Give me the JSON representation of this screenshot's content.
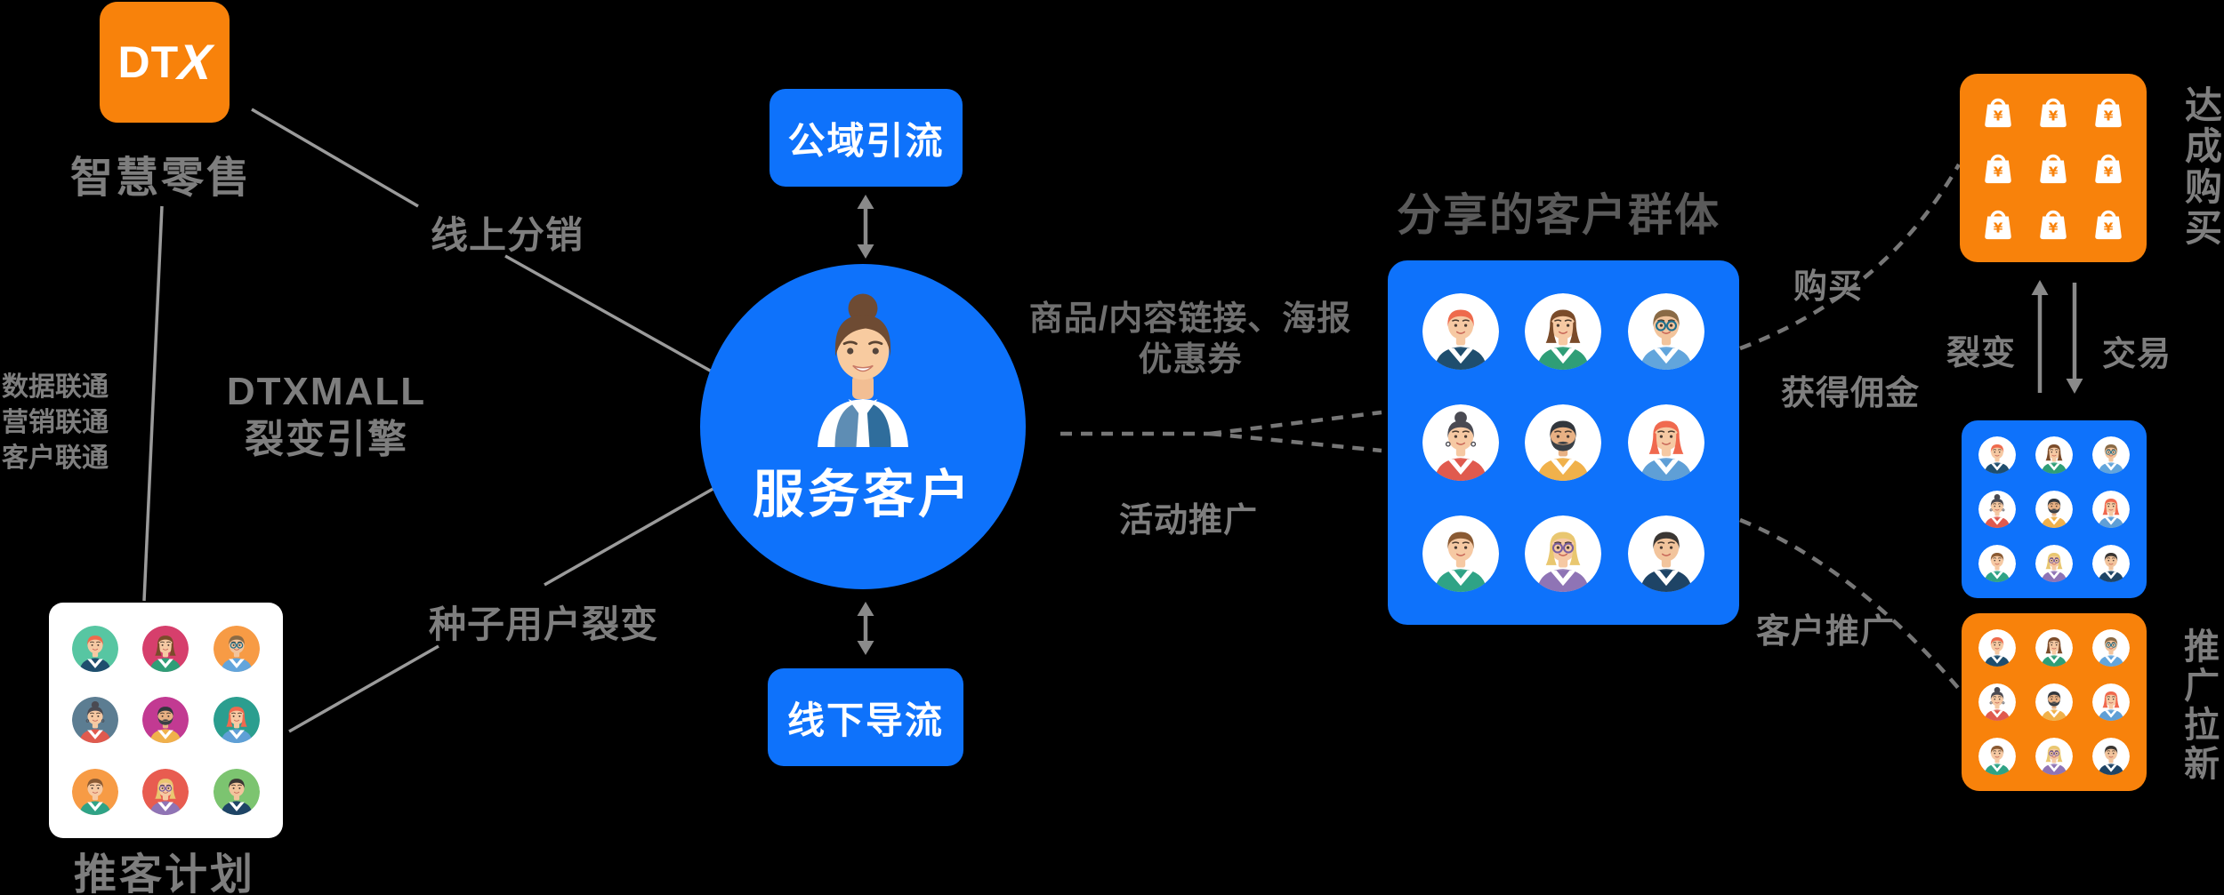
{
  "colors": {
    "blue": "#0E72FB",
    "orange": "#F8820B",
    "gray_text": "#7E7E7E",
    "dark_text": "#6F6F6F",
    "title_text": "#5A5A5A",
    "line": "#9B9B9B",
    "arrow": "#8A8A8A",
    "dash": "#777777",
    "white": "#FFFFFF"
  },
  "logo": {
    "text_dt": "DT",
    "text_x": "X",
    "label": "智慧零售"
  },
  "left_panel": {
    "features": [
      "数据联通",
      "营销联通",
      "客户联通"
    ],
    "engine_line1": "DTXMALL",
    "engine_line2": "裂变引擎"
  },
  "tuike": {
    "label": "推客计划"
  },
  "center": {
    "label": "服务客户",
    "top_box": "公域引流",
    "bottom_box": "线下导流"
  },
  "edges": {
    "online_distribution": "线上分销",
    "seed_fission": "种子用户裂变",
    "links_line1": "商品/内容链接、海报",
    "links_line2": "优惠券",
    "activity": "活动推广",
    "buy": "购买",
    "commission": "获得佣金",
    "fission": "裂变",
    "trade": "交易",
    "customer_promo": "客户推广"
  },
  "shared_group": {
    "title": "分享的客户群体"
  },
  "purchase_box": {
    "label": "达成购买",
    "bag_symbol": "¥"
  },
  "promo_box": {
    "label": "推广拉新"
  },
  "avatars": {
    "persons": [
      {
        "hair": "short",
        "hairColor": "#EE6A4C",
        "skin": "#F6C9A3",
        "shirt": "#1F4E6E",
        "glasses": false,
        "beard": false
      },
      {
        "hair": "long",
        "hairColor": "#7A4B2A",
        "skin": "#F6C9A3",
        "shirt": "#2F9E77",
        "glasses": false,
        "beard": false
      },
      {
        "hair": "short",
        "hairColor": "#8A6A45",
        "skin": "#F2C49C",
        "shirt": "#62A5DC",
        "glasses": true,
        "glassColor": "#1F6F8C",
        "beard": false
      },
      {
        "hair": "bun",
        "hairColor": "#4A4A52",
        "skin": "#F6C9A3",
        "shirt": "#E05A4E",
        "glasses": false,
        "beard": false,
        "earrings": true
      },
      {
        "hair": "short",
        "hairColor": "#32373D",
        "skin": "#E8B184",
        "shirt": "#F0B14B",
        "glasses": false,
        "beard": true,
        "beardColor": "#3A4046"
      },
      {
        "hair": "long",
        "hairColor": "#F0694E",
        "skin": "#F6C9A3",
        "shirt": "#5F9FD6",
        "glasses": false,
        "beard": false
      },
      {
        "hair": "short",
        "hairColor": "#8A5A33",
        "skin": "#F6C9A3",
        "shirt": "#2FA386",
        "glasses": false,
        "beard": false
      },
      {
        "hair": "long",
        "hairColor": "#E9C770",
        "skin": "#F6C9A3",
        "shirt": "#8F74B5",
        "glasses": true,
        "glassColor": "#7A5E9E",
        "beard": false
      },
      {
        "hair": "short",
        "hairColor": "#3A3633",
        "skin": "#F2C49C",
        "shirt": "#1E4466",
        "glasses": false,
        "beard": false
      }
    ],
    "boxes": {
      "tuike": {
        "size": 52,
        "circle_bg": [
          "#57C6A2",
          "#D63F6C",
          "#F79B45",
          "#5C7D92",
          "#C23A92",
          "#2B9E8F",
          "#F79B45",
          "#E85C50",
          "#7CC470"
        ]
      },
      "shared": {
        "size": 86,
        "circle_bg": "#FFFFFF"
      },
      "fission_blue": {
        "size": 42,
        "circle_bg": "#FFFFFF"
      },
      "fission_orange": {
        "size": 42,
        "circle_bg": "#FFFFFF"
      }
    }
  }
}
